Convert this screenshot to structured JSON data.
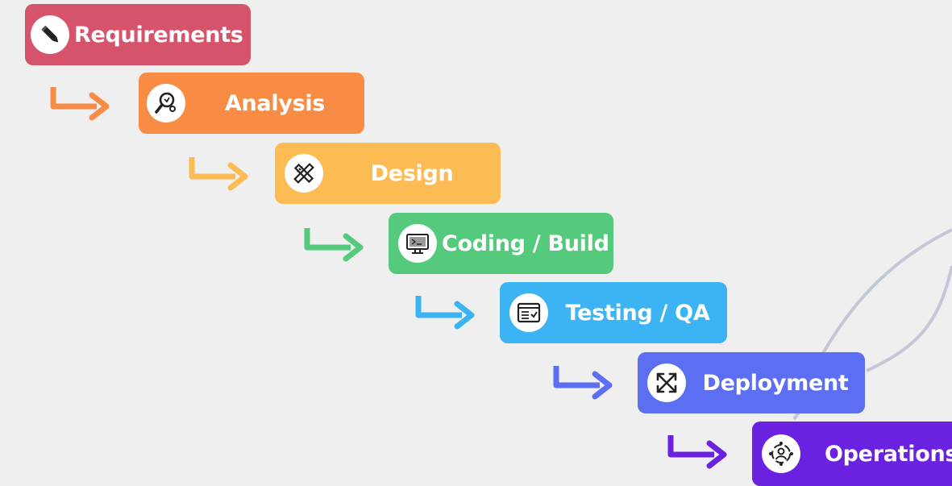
{
  "colors": {
    "requirements": "#d6546b",
    "analysis": "#f98c44",
    "design": "#fdbb54",
    "coding": "#55c97c",
    "testing": "#3cb3f2",
    "deployment": "#5c6ff2",
    "operations": "#6b21e0",
    "curve": "#c4c8d6"
  },
  "stages": [
    {
      "label": "Requirements",
      "icon": "pencil-icon"
    },
    {
      "label": "Analysis",
      "icon": "magnifier-icon"
    },
    {
      "label": "Design",
      "icon": "ruler-pencil-icon"
    },
    {
      "label": "Coding / Build",
      "icon": "monitor-code-icon"
    },
    {
      "label": "Testing / QA",
      "icon": "checklist-icon"
    },
    {
      "label": "Deployment",
      "icon": "expand-arrows-icon"
    },
    {
      "label": "Operations",
      "icon": "support-cycle-icon"
    }
  ]
}
